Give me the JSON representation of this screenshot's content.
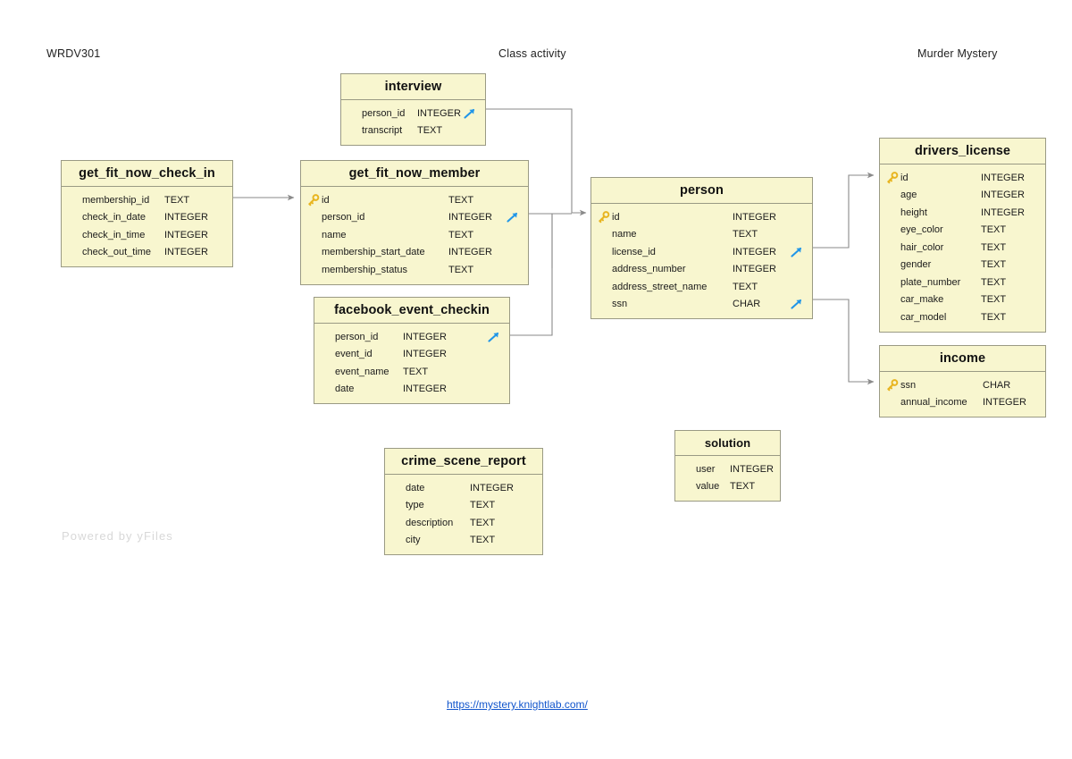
{
  "header": {
    "left": "WRDV301",
    "center": "Class activity",
    "right": "Murder Mystery"
  },
  "watermark": "Powered by yFiles",
  "source_link": "https://mystery.knightlab.com/",
  "colors": {
    "table_fill": "#f8f6cf",
    "table_border": "#9a9a84",
    "pk_icon": "#e8b520",
    "fk_icon": "#2196e8",
    "connector": "#8a8a8a",
    "link": "#1155cc",
    "watermark": "#d8d8d8"
  },
  "tables": {
    "interview": {
      "name": "interview",
      "columns": [
        {
          "name": "person_id",
          "type": "INTEGER",
          "key": "fk"
        },
        {
          "name": "transcript",
          "type": "TEXT",
          "key": ""
        }
      ]
    },
    "get_fit_now_check_in": {
      "name": "get_fit_now_check_in",
      "columns": [
        {
          "name": "membership_id",
          "type": "TEXT",
          "key": ""
        },
        {
          "name": "check_in_date",
          "type": "INTEGER",
          "key": ""
        },
        {
          "name": "check_in_time",
          "type": "INTEGER",
          "key": ""
        },
        {
          "name": "check_out_time",
          "type": "INTEGER",
          "key": ""
        }
      ]
    },
    "get_fit_now_member": {
      "name": "get_fit_now_member",
      "columns": [
        {
          "name": "id",
          "type": "TEXT",
          "key": "pk"
        },
        {
          "name": "person_id",
          "type": "INTEGER",
          "key": "fk"
        },
        {
          "name": "name",
          "type": "TEXT",
          "key": ""
        },
        {
          "name": "membership_start_date",
          "type": "INTEGER",
          "key": ""
        },
        {
          "name": "membership_status",
          "type": "TEXT",
          "key": ""
        }
      ]
    },
    "facebook_event_checkin": {
      "name": "facebook_event_checkin",
      "columns": [
        {
          "name": "person_id",
          "type": "INTEGER",
          "key": "fk"
        },
        {
          "name": "event_id",
          "type": "INTEGER",
          "key": ""
        },
        {
          "name": "event_name",
          "type": "TEXT",
          "key": ""
        },
        {
          "name": "date",
          "type": "INTEGER",
          "key": ""
        }
      ]
    },
    "person": {
      "name": "person",
      "columns": [
        {
          "name": "id",
          "type": "INTEGER",
          "key": "pk"
        },
        {
          "name": "name",
          "type": "TEXT",
          "key": ""
        },
        {
          "name": "license_id",
          "type": "INTEGER",
          "key": "fk"
        },
        {
          "name": "address_number",
          "type": "INTEGER",
          "key": ""
        },
        {
          "name": "address_street_name",
          "type": "TEXT",
          "key": ""
        },
        {
          "name": "ssn",
          "type": "CHAR",
          "key": "fk"
        }
      ]
    },
    "drivers_license": {
      "name": "drivers_license",
      "columns": [
        {
          "name": "id",
          "type": "INTEGER",
          "key": "pk"
        },
        {
          "name": "age",
          "type": "INTEGER",
          "key": ""
        },
        {
          "name": "height",
          "type": "INTEGER",
          "key": ""
        },
        {
          "name": "eye_color",
          "type": "TEXT",
          "key": ""
        },
        {
          "name": "hair_color",
          "type": "TEXT",
          "key": ""
        },
        {
          "name": "gender",
          "type": "TEXT",
          "key": ""
        },
        {
          "name": "plate_number",
          "type": "TEXT",
          "key": ""
        },
        {
          "name": "car_make",
          "type": "TEXT",
          "key": ""
        },
        {
          "name": "car_model",
          "type": "TEXT",
          "key": ""
        }
      ]
    },
    "income": {
      "name": "income",
      "columns": [
        {
          "name": "ssn",
          "type": "CHAR",
          "key": "pk"
        },
        {
          "name": "annual_income",
          "type": "INTEGER",
          "key": ""
        }
      ]
    },
    "crime_scene_report": {
      "name": "crime_scene_report",
      "columns": [
        {
          "name": "date",
          "type": "INTEGER",
          "key": ""
        },
        {
          "name": "type",
          "type": "TEXT",
          "key": ""
        },
        {
          "name": "description",
          "type": "TEXT",
          "key": ""
        },
        {
          "name": "city",
          "type": "TEXT",
          "key": ""
        }
      ]
    },
    "solution": {
      "name": "solution",
      "columns": [
        {
          "name": "user",
          "type": "INTEGER",
          "key": ""
        },
        {
          "name": "value",
          "type": "TEXT",
          "key": ""
        }
      ]
    }
  },
  "relationships": [
    {
      "from": "get_fit_now_check_in.membership_id",
      "to": "get_fit_now_member.id"
    },
    {
      "from": "interview.person_id",
      "to": "person.id"
    },
    {
      "from": "get_fit_now_member.person_id",
      "to": "person.id"
    },
    {
      "from": "facebook_event_checkin.person_id",
      "to": "person.id"
    },
    {
      "from": "person.license_id",
      "to": "drivers_license.id"
    },
    {
      "from": "person.ssn",
      "to": "income.ssn"
    }
  ]
}
